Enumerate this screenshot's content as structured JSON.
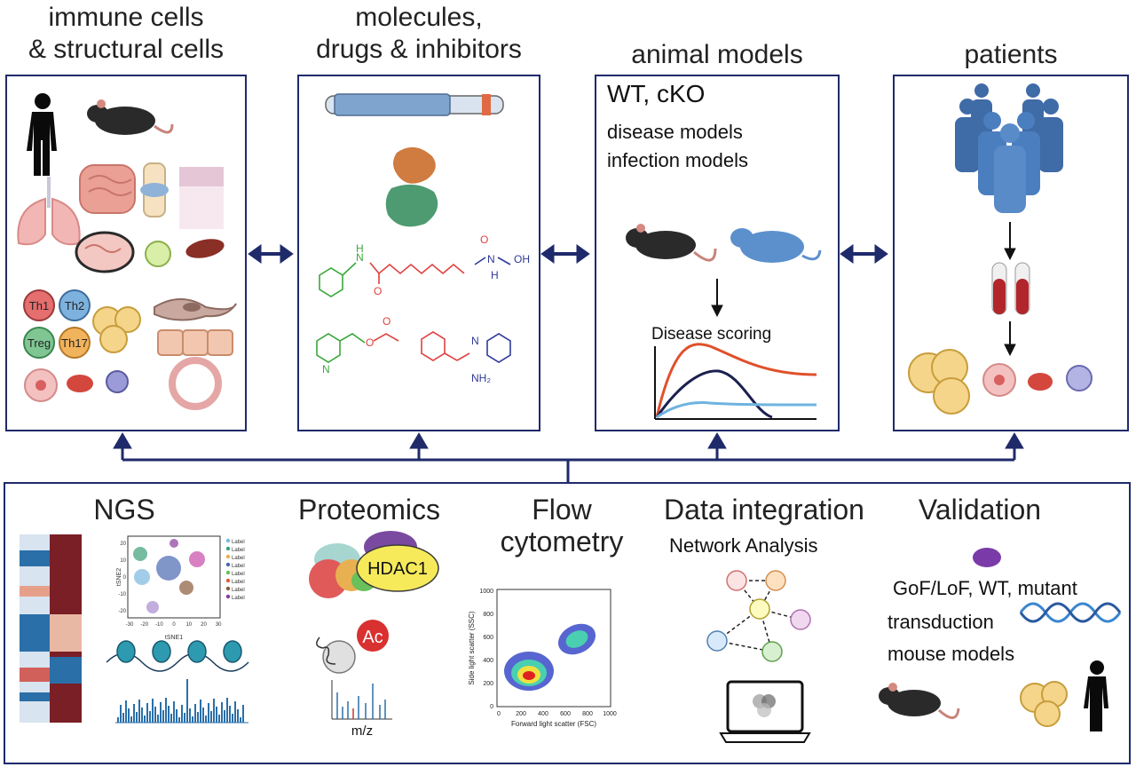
{
  "columns": [
    {
      "title_line1": "immune cells",
      "title_line2": "& structural cells"
    },
    {
      "title_line1": "molecules,",
      "title_line2": "drugs & inhibitors"
    },
    {
      "title_line1": "animal models",
      "title_line2": ""
    },
    {
      "title_line1": "patients",
      "title_line2": ""
    }
  ],
  "immune": {
    "th1": "Th1",
    "th2": "Th2",
    "treg": "Treg",
    "th17": "Th17"
  },
  "chem": {
    "oh": "OH",
    "h1": "H",
    "h2": "H",
    "n1": "N",
    "n2": "N",
    "n3": "N",
    "n4": "N",
    "o1": "O",
    "o2": "O",
    "o3": "O",
    "o4": "O",
    "nh2": "NH₂"
  },
  "animal": {
    "genotypes": "WT, cKO",
    "disease_models": "disease models",
    "infection_models": "infection models",
    "disease_scoring": "Disease scoring"
  },
  "bottom": {
    "ngs": "NGS",
    "tsne_xlabel": "tSNE1",
    "tsne_ylabel": "tSNE2",
    "tsne_legend": [
      "Label",
      "Label",
      "Label",
      "Label",
      "Label",
      "Label",
      "Label",
      "Label"
    ],
    "tsne_xticks": [
      "-30",
      "-20",
      "-10",
      "0",
      "10",
      "20",
      "30"
    ],
    "tsne_yticks": [
      "20",
      "10",
      "0",
      "-10",
      "-20"
    ],
    "proteomics": "Proteomics",
    "hdac1": "HDAC1",
    "ac": "Ac",
    "mz": "m/z",
    "flow_line1": "Flow",
    "flow_line2": "cytometry",
    "flow_xlabel": "Forward light scatter (FSC)",
    "flow_ylabel": "Side light scatter (SSC)",
    "flow_xticks": [
      "0",
      "200",
      "400",
      "600",
      "800",
      "1000"
    ],
    "flow_yticks": [
      "1000",
      "800",
      "600",
      "400",
      "200",
      "0"
    ],
    "integration": "Data integration",
    "network": "Network Analysis",
    "validation": "Validation",
    "gof": "GoF/LoF, WT, mutant",
    "transduction": "transduction",
    "mouse_models": "mouse models"
  },
  "colors": {
    "frame": "#1f2a6b",
    "arrow": "#1f2a6b",
    "curve_orange": "#e0502a",
    "curve_navy": "#1b2050",
    "curve_blue": "#6fb3df"
  }
}
